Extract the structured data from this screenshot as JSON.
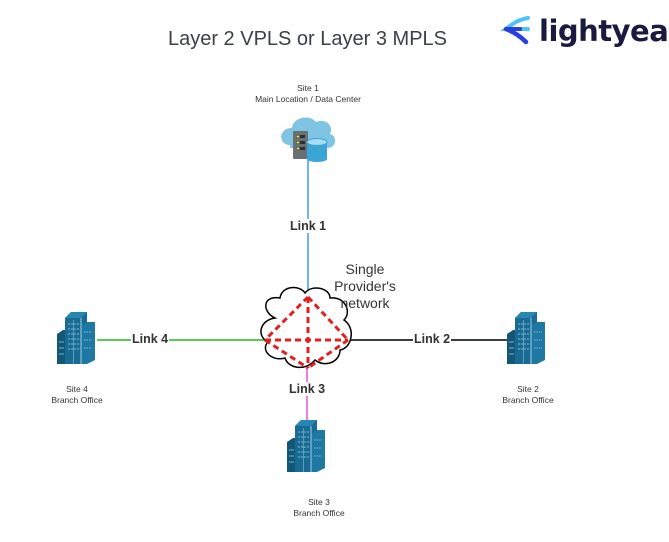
{
  "title": "Layer 2 VPLS or Layer 3 MPLS",
  "logo": {
    "text": "lightyear",
    "icon": "lightyear-arrow-icon"
  },
  "provider": {
    "label_lines": [
      "Single",
      "Provider's",
      "network"
    ]
  },
  "sites": [
    {
      "id": "site1",
      "name": "Site 1",
      "description": "Main Location / Data Center",
      "icon": "cloud-datacenter-icon"
    },
    {
      "id": "site2",
      "name": "Site 2",
      "description": "Branch Office",
      "icon": "office-building-icon"
    },
    {
      "id": "site3",
      "name": "Site 3",
      "description": "Branch Office",
      "icon": "office-building-icon"
    },
    {
      "id": "site4",
      "name": "Site 4",
      "description": "Branch Office",
      "icon": "office-building-icon"
    }
  ],
  "links": [
    {
      "label": "Link 1",
      "from": "site1",
      "color": "#6fb3f2"
    },
    {
      "label": "Link 2",
      "from": "site2",
      "color": "#3a3f46"
    },
    {
      "label": "Link 3",
      "from": "site3",
      "color": "#f07ee0"
    },
    {
      "label": "Link 4",
      "from": "site4",
      "color": "#5cc85c"
    }
  ],
  "colors": {
    "mesh": "#e02020",
    "building": "#1a6b94",
    "cloud": "#7fc4e3"
  }
}
